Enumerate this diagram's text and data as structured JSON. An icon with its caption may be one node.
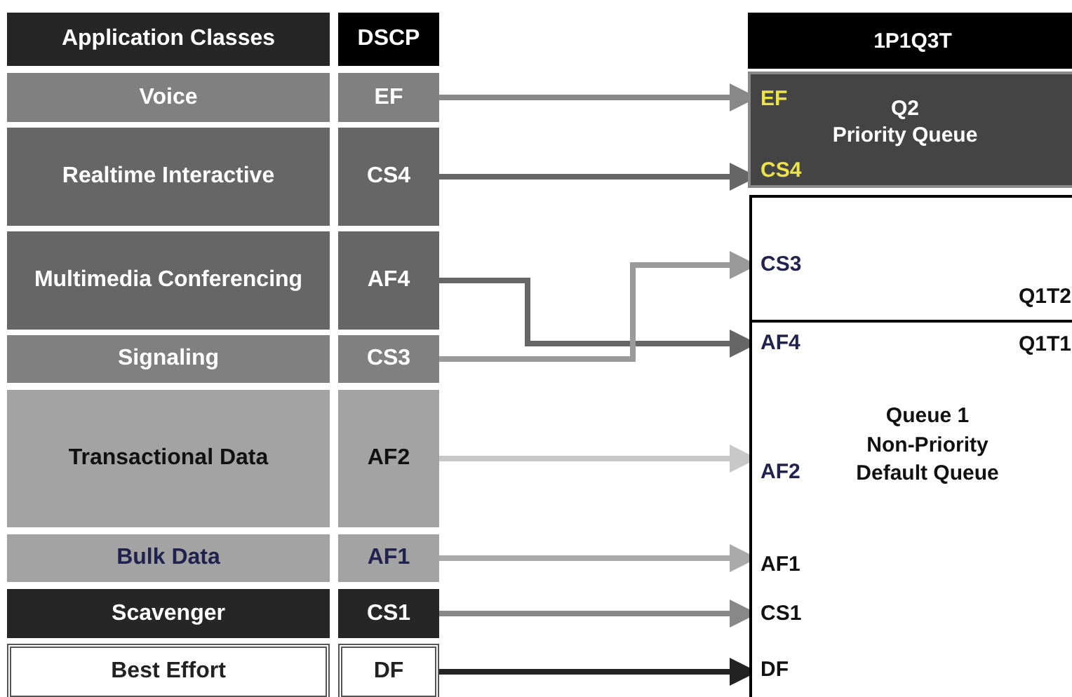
{
  "diagram": {
    "nodes": [
      {
        "text": [
          "Application Classes"
        ]
      },
      {
        "text": [
          "DSCP"
        ]
      },
      {
        "text": [
          "Voice"
        ]
      },
      {
        "text": [
          "EF"
        ]
      },
      {
        "text": [
          "Realtime Interactive"
        ]
      },
      {
        "text": [
          "CS4"
        ]
      },
      {
        "text": [
          "Multimedia Conferencing"
        ]
      },
      {
        "text": [
          "AF4"
        ]
      },
      {
        "text": [
          "Signaling"
        ]
      },
      {
        "text": [
          "CS3"
        ]
      },
      {
        "text": [
          "Transactional Data"
        ]
      },
      {
        "text": [
          "AF2"
        ]
      },
      {
        "text": [
          "Bulk Data"
        ]
      },
      {
        "text": [
          "AF1"
        ]
      },
      {
        "text": [
          "Scavenger"
        ]
      },
      {
        "text": [
          "CS1"
        ]
      },
      {
        "text": [
          "Best Effort"
        ]
      },
      {
        "text": [
          "DF"
        ]
      },
      {
        "text": [
          "1P1Q3T"
        ]
      },
      {
        "text": [
          "Q2",
          "Priority Queue"
        ]
      },
      {
        "text": [
          "EF"
        ],
        "in": 19
      },
      {
        "text": [
          "CS4"
        ],
        "in": 19
      },
      {
        "text": [
          "Q1T2"
        ]
      },
      {
        "text": [
          "CS3"
        ],
        "in": 22
      },
      {
        "text": [
          "Q1T1",
          "Queue 1",
          "Non-Priority Default Queue"
        ]
      },
      {
        "text": [
          "AF4"
        ],
        "in": 24
      },
      {
        "text": [
          "AF2"
        ],
        "in": 24
      },
      {
        "text": [
          "AF1"
        ],
        "in": 24
      },
      {
        "text": [
          "CS1"
        ],
        "in": 24
      },
      {
        "text": [
          "DF"
        ],
        "in": 24
      }
    ],
    "edges": [
      {
        "from": 3,
        "to": 20,
        "arrow": "to",
        "color": "#888888"
      },
      {
        "from": 5,
        "to": 21,
        "arrow": "to",
        "color": "#666666"
      },
      {
        "from": 7,
        "to": 25,
        "arrow": "to",
        "color": "#666666"
      },
      {
        "from": 9,
        "to": 23,
        "arrow": "to",
        "color": "#9a9a9a"
      },
      {
        "from": 11,
        "to": 26,
        "arrow": "to",
        "color": "#c8c8c8"
      },
      {
        "from": 13,
        "to": 27,
        "arrow": "to",
        "color": "#aaaaaa"
      },
      {
        "from": 15,
        "to": 28,
        "arrow": "to",
        "color": "#888888"
      },
      {
        "from": 17,
        "to": 29,
        "arrow": "to",
        "color": "#222222"
      }
    ]
  }
}
